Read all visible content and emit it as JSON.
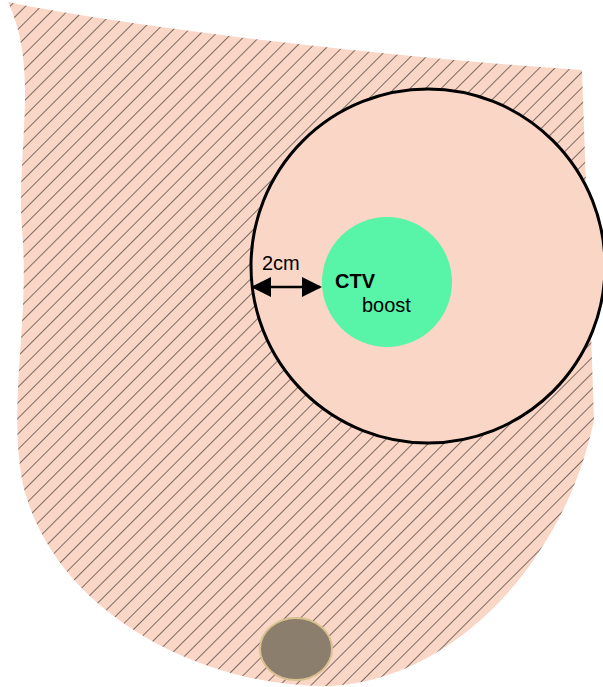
{
  "diagram": {
    "nodes": [
      {
        "text": [
          "CTV",
          "boost"
        ]
      }
    ],
    "labels": [
      "2cm"
    ]
  }
}
